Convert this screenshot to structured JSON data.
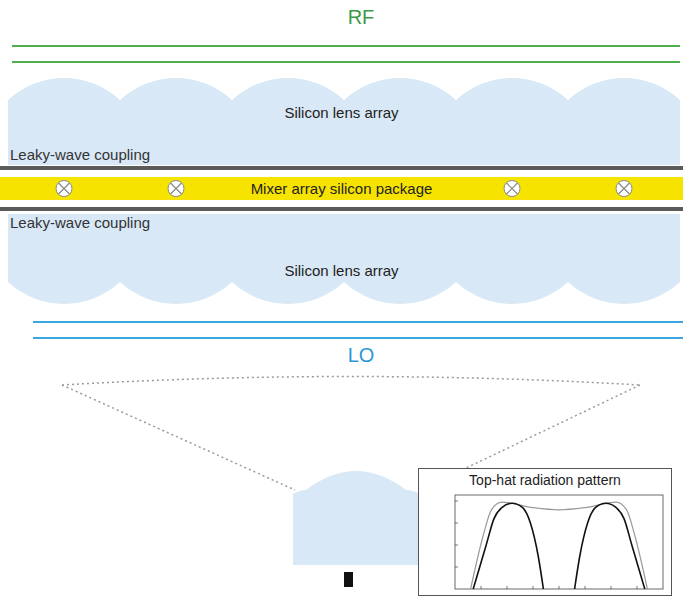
{
  "diagram": {
    "nodes": [
      {
        "text": [
          "Silicon lens array"
        ]
      },
      {
        "text": [
          "Mixer array silicon package"
        ]
      },
      {
        "text": [
          "Silicon lens array"
        ]
      },
      {
        "text": [
          "Top-hat radiation pattern"
        ]
      }
    ],
    "labels": [
      "RF",
      "Leaky-wave coupling",
      "Leaky-wave coupling",
      "LO"
    ]
  }
}
